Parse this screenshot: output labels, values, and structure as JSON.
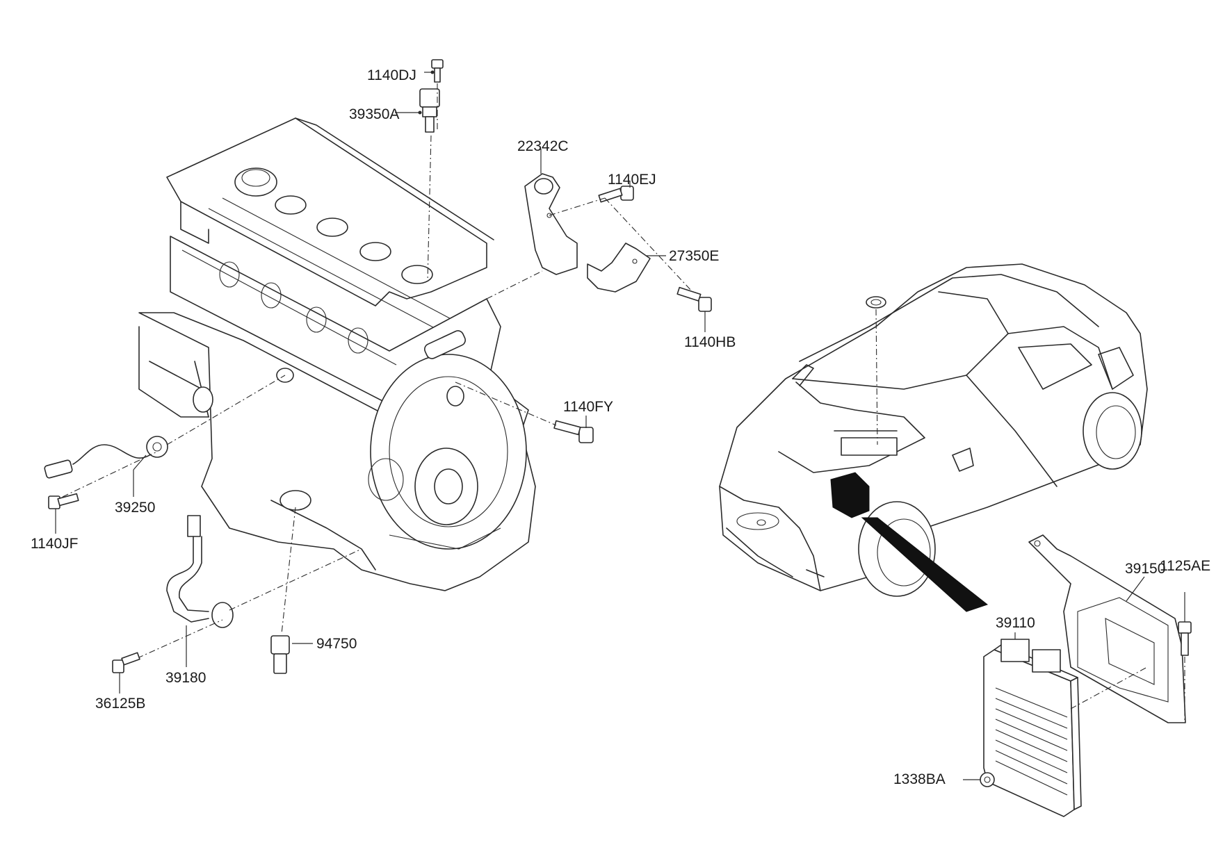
{
  "diagram": {
    "parts": [
      {
        "id": "1140DJ",
        "label": "1140DJ"
      },
      {
        "id": "39350A",
        "label": "39350A"
      },
      {
        "id": "22342C",
        "label": "22342C"
      },
      {
        "id": "1140EJ",
        "label": "1140EJ"
      },
      {
        "id": "27350E",
        "label": "27350E"
      },
      {
        "id": "1140HB",
        "label": "1140HB"
      },
      {
        "id": "1140FY",
        "label": "1140FY"
      },
      {
        "id": "39250",
        "label": "39250"
      },
      {
        "id": "1140JF",
        "label": "1140JF"
      },
      {
        "id": "94750",
        "label": "94750"
      },
      {
        "id": "39180",
        "label": "39180"
      },
      {
        "id": "36125B",
        "label": "36125B"
      },
      {
        "id": "39150",
        "label": "39150"
      },
      {
        "id": "1125AE",
        "label": "1125AE"
      },
      {
        "id": "39110",
        "label": "39110"
      },
      {
        "id": "1338BA",
        "label": "1338BA"
      }
    ]
  }
}
